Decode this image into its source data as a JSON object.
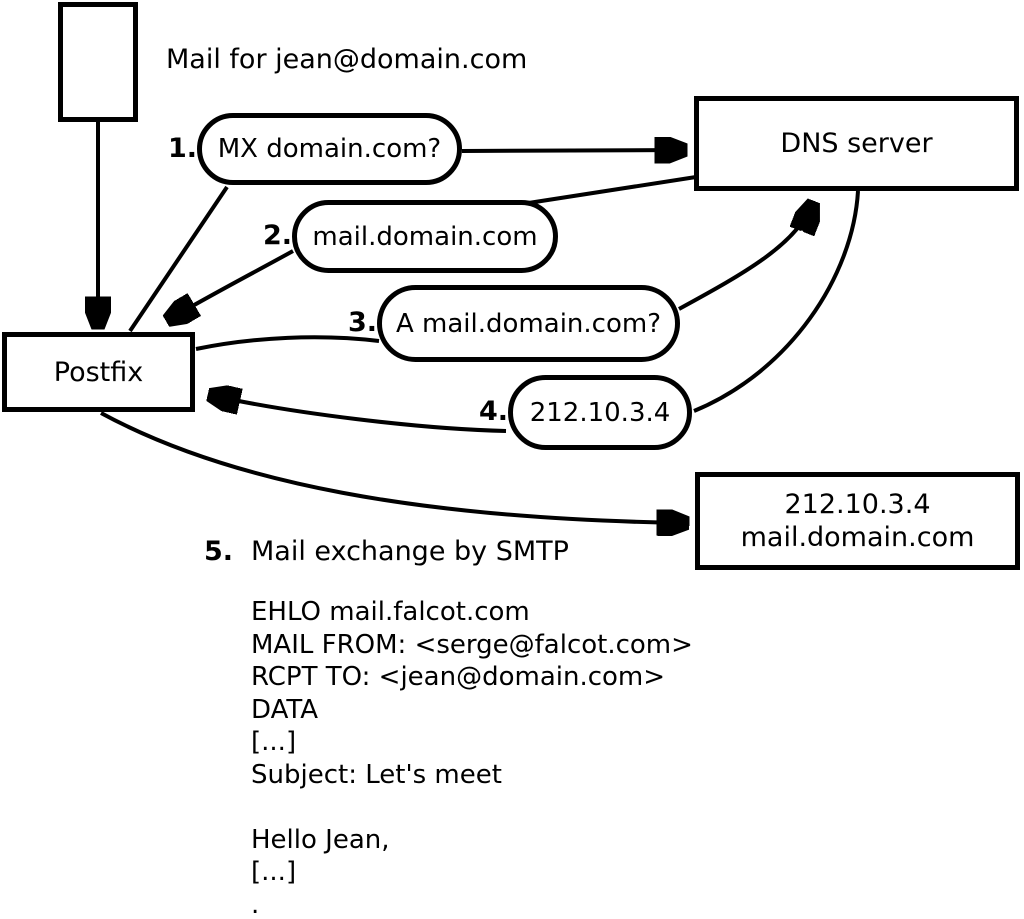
{
  "diagram": {
    "title_note": "Mail for jean@domain.com",
    "nodes": {
      "postfix_label": "Postfix",
      "dns_label": "DNS server",
      "mailserver_line1": "212.10.3.4",
      "mailserver_line2": "mail.domain.com"
    },
    "icons": {
      "envelope": "mail-message-rectangle"
    },
    "steps": [
      {
        "num": "1.",
        "label": "MX domain.com?"
      },
      {
        "num": "2.",
        "label": "mail.domain.com"
      },
      {
        "num": "3.",
        "label": "A mail.domain.com?"
      },
      {
        "num": "4.",
        "label": "212.10.3.4"
      }
    ],
    "step5": {
      "num": "5.",
      "label": "Mail exchange by SMTP"
    },
    "smtp": {
      "lines": [
        "EHLO mail.falcot.com",
        "MAIL FROM: <serge@falcot.com>",
        "RCPT TO: <jean@domain.com>",
        "DATA",
        "[...]",
        "Subject: Let's meet",
        "",
        "Hello Jean,",
        "[...]",
        "."
      ]
    },
    "colors": {
      "ink": "#000000",
      "background": "#ffffff"
    }
  }
}
